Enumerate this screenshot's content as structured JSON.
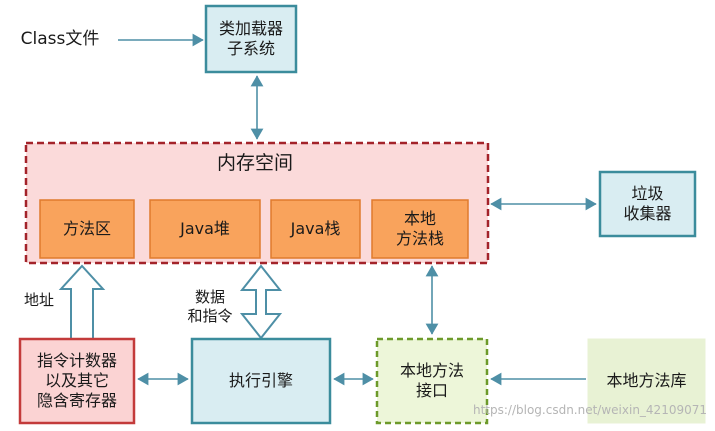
{
  "inputs": {
    "class_file": "Class文件"
  },
  "boxes": {
    "class_loader": "类加载器\n子系统",
    "memory_space": "内存空间",
    "method_area": "方法区",
    "java_heap": "Java堆",
    "java_stack": "Java栈",
    "native_method_stack": "本地\n方法栈",
    "garbage_collector": "垃圾\n收集器",
    "pc_registers": "指令计数器\n以及其它\n隐含寄存器",
    "execution_engine": "执行引擎",
    "native_interface": "本地方法\n接口",
    "native_library": "本地方法库"
  },
  "edge_labels": {
    "address": "地址",
    "data_instructions": "数据\n和指令"
  },
  "watermark": "https://blog.csdn.net/weixin_42109071",
  "colors": {
    "teal_fill": "#d9edf2",
    "teal_border": "#3b8c9c",
    "memory_fill": "#fbdada",
    "memory_border": "#a3232a",
    "orange_fill": "#f9a35c",
    "orange_border": "#e07b2c",
    "red_fill": "#fbd3d3",
    "red_border": "#c33b3b",
    "green_fill": "#edf6d9",
    "green_border": "#6d9a2a",
    "library_fill": "#e8f2d4",
    "arrow": "#4e8fa6"
  }
}
